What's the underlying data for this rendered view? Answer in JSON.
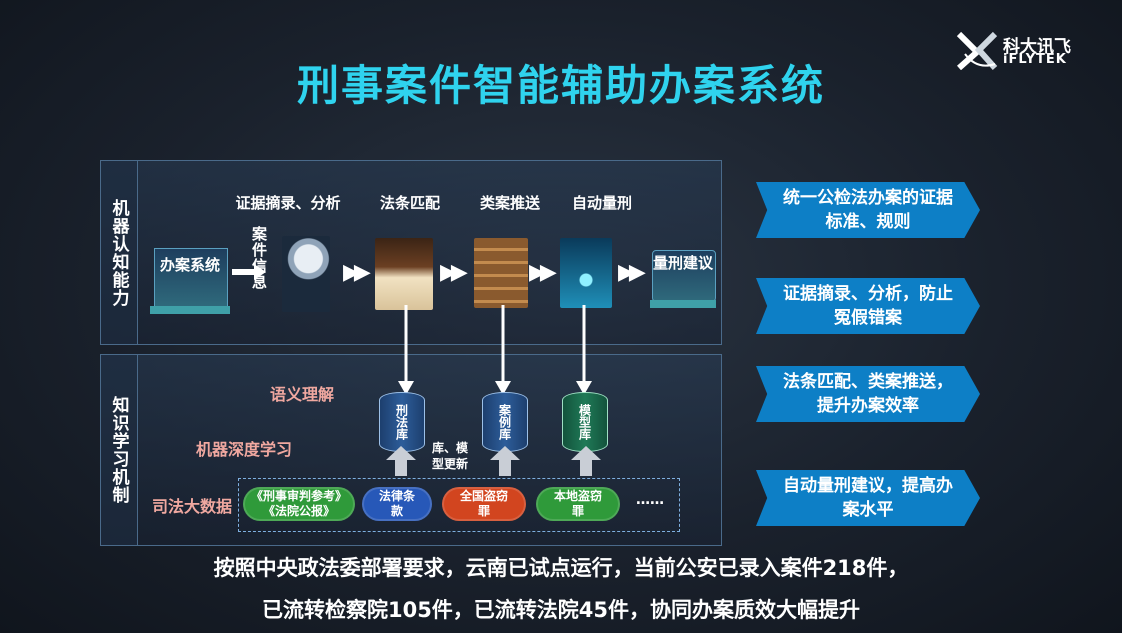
{
  "title": "刑事案件智能辅助办案系统",
  "logo": {
    "brand_cn": "科大讯飞",
    "brand_en": "iFLYTEK",
    "mark": "X"
  },
  "machine_panel": {
    "side_label": "机器认知能力",
    "source": "办案系统",
    "case_info": "案件信息",
    "step1_label": "证据摘录、分析",
    "step2_label": "法条匹配",
    "step3_label": "类案推送",
    "step4_label": "自动量刑",
    "result": "量刑建议"
  },
  "knowledge_panel": {
    "side_label": "知识学习机制",
    "row1": "语义理解",
    "row2": "机器深度学习",
    "row3": "司法大数据",
    "db1": "刑法库",
    "db2": "案例库",
    "db3": "模型库",
    "update_note": "库、模型更新",
    "sources": {
      "refs_line1": "《刑事审判参考》",
      "refs_line2": "《法院公报》",
      "cloud1": "法律条款",
      "cloud2": "全国盗窃罪",
      "cloud3": "本地盗窃罪",
      "more": "……"
    }
  },
  "benefits": [
    "统一公检法办案的证据标准、规则",
    "证据摘录、分析，防止冤假错案",
    "法条匹配、类案推送，提升办案效率",
    "自动量刑建议，提高办案水平"
  ],
  "footer": {
    "line1": "按照中央政法委部署要求，云南已试点运行，当前公安已录入案件218件，",
    "line2": "已流转检察院105件，已流转法院45件，协同办案质效大幅提升"
  },
  "colors": {
    "title": "#2fd3ee",
    "banner": "#0d7fc6",
    "red_text": "#f0a8a0",
    "cloud_green": "#2f9a3a",
    "cloud_red": "#d2451f",
    "cloud_blue": "#2758b8"
  }
}
